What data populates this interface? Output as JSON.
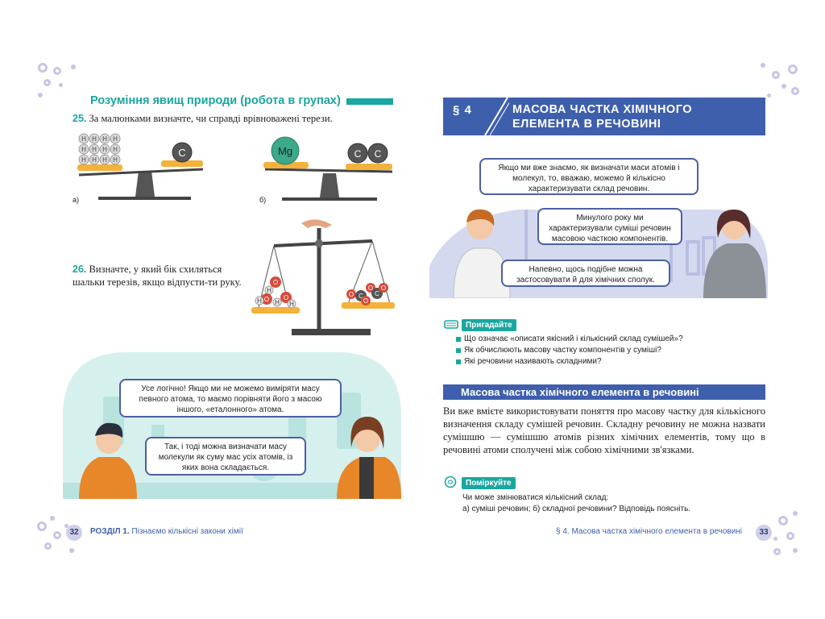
{
  "left_page": {
    "section_title": "Розуміння явищ природи (робота в групах)",
    "task25": {
      "number": "25.",
      "text": "За малюнками визначте, чи справді врівноважені терези."
    },
    "fig_a_label": "а)",
    "fig_b_label": "б)",
    "atom_h": "H",
    "atom_c": "C",
    "atom_mg": "Mg",
    "atom_o": "O",
    "task26": {
      "number": "26.",
      "text": "Визначте, у який бік схиляться шальки терезів, якщо відпусти-ти руку."
    },
    "bubble1": "Усе логічно! Якщо ми не можемо виміряти масу певного атома, то маємо порівняти його з масою іншого, «еталонного» атома.",
    "bubble2": "Так, і тоді можна визначати масу молекули як суму мас усіх атомів, із яких вона складається."
  },
  "right_page": {
    "paragraph_number": "§ 4",
    "paragraph_title_line1": "МАСОВА ЧАСТКА ХІМІЧНОГО",
    "paragraph_title_line2": "ЕЛЕМЕНТА В РЕЧОВИНІ",
    "bubble1": "Якщо ми вже знаємо, як визначати маси атомів і молекул, то, вважаю, можемо й кількісно характеризувати склад речовин.",
    "bubble2": "Минулого року ми характеризували суміші речовин масовою часткою компонентів.",
    "bubble3": "Напевно, щось подібне можна застосовувати й для хімічних сполук.",
    "recall_tag": "Пригадайте",
    "recall_items": [
      "Що означає «описати якісний і кількісний склад сумішей»?",
      "Як обчислюють масову частку компонентів у суміші?",
      "Які речовини називають складними?"
    ],
    "subsection_title": "Масова частка хімічного елемента в речовині",
    "body_text": "Ви вже вмієте використовувати поняття про масову частку для кількісного визначення складу сумішей речовин. Складну речовину не можна назвати сумішшю — сумішшю атомів різних хімічних елементів, тому що в речовині атоми сполучені між собою хімічними зв'язками.",
    "think_tag": "Поміркуйте",
    "think_line1": "Чи може змінюватися кількісний склад:",
    "think_line2": "а) суміші речовин; б) складної речовини? Відповідь поясніть."
  },
  "footer": {
    "left_page_number": "32",
    "left_chapter": "РОЗДІЛ 1.",
    "left_chapter_title": "Пізнаємо кількісні закони хімії",
    "right_text": "§ 4.  Масова частка хімічного елемента в речовині",
    "right_page_number": "33"
  },
  "colors": {
    "teal": "#19a79f",
    "blue": "#3e5fac",
    "dot": "#c9c4e6",
    "scale_pan": "#f3b23b",
    "mint": "#d6f0ee"
  }
}
